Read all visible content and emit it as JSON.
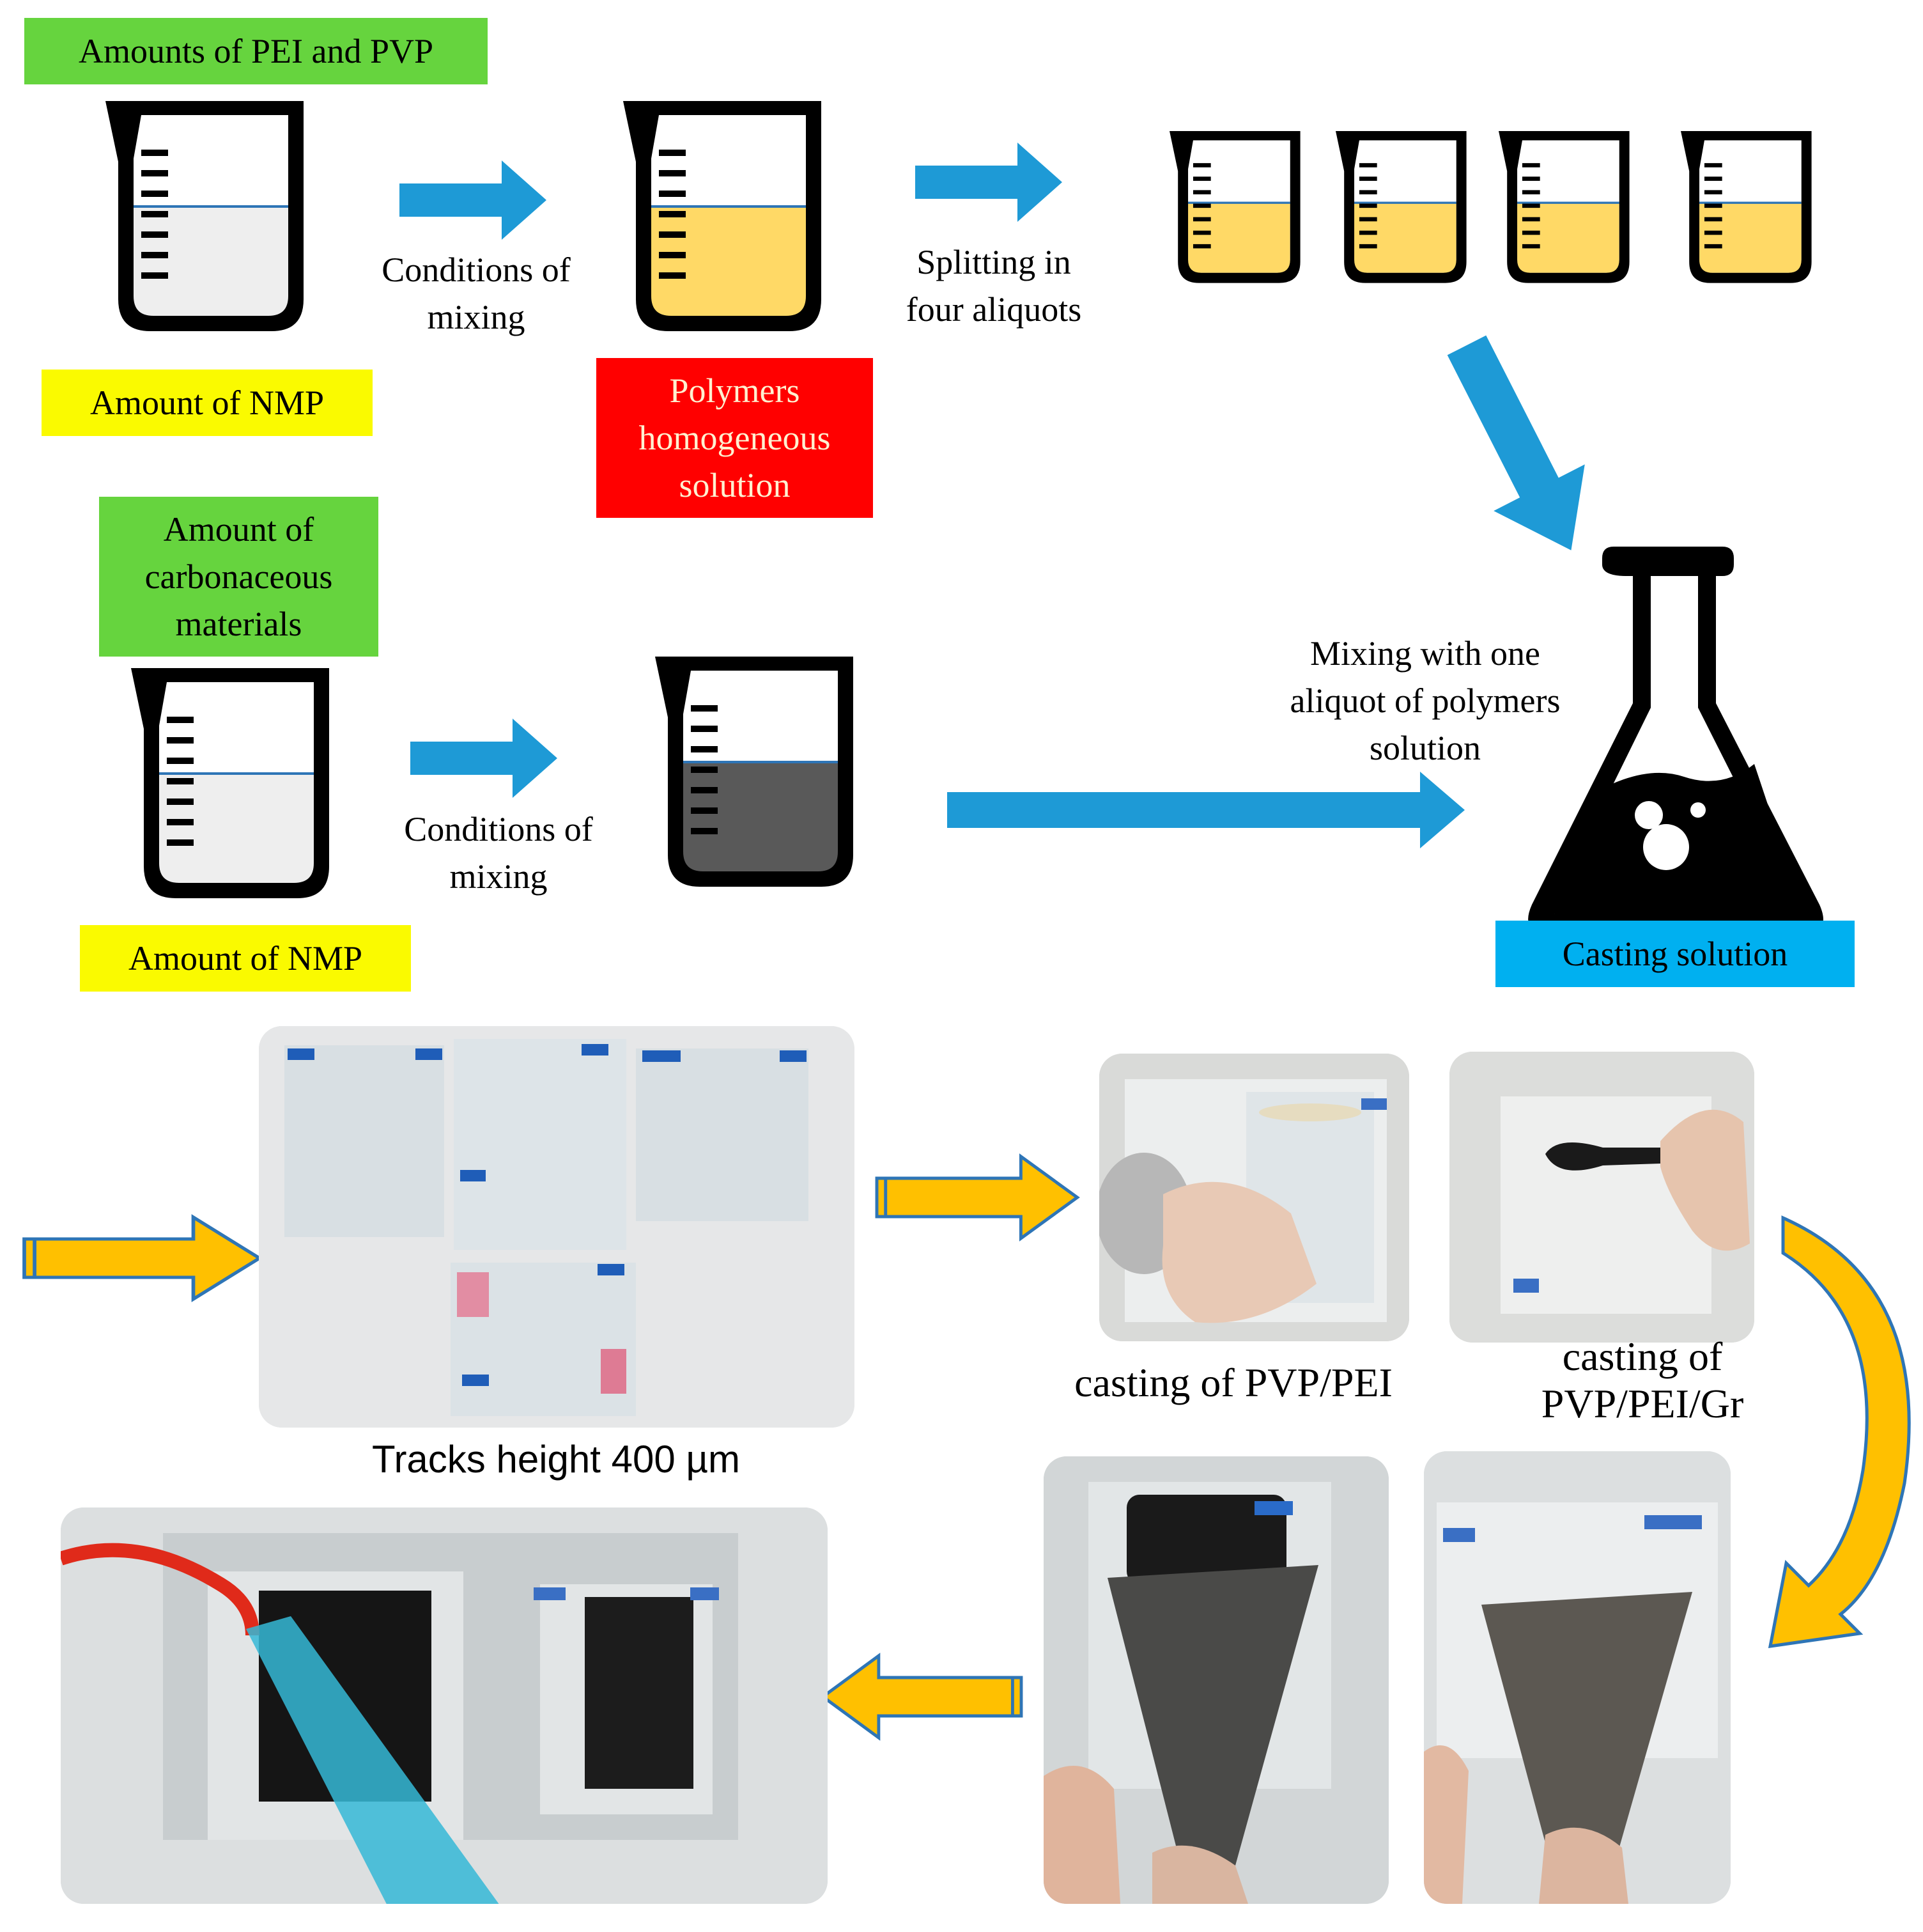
{
  "labels": {
    "amounts_pei_pvp": "Amounts of PEI and PVP",
    "amount_nmp_top": "Amount of NMP",
    "polymers_solution": "Polymers\nhomogeneous\nsolution",
    "amount_carbonaceous": "Amount of\ncarbonaceous\nmaterials",
    "amount_nmp_bottom": "Amount of NMP",
    "casting_solution": "Casting solution"
  },
  "step_text": {
    "conditions_mixing_top": "Conditions of\nmixing",
    "splitting": "Splitting in\nfour aliquots",
    "conditions_mixing_bottom": "Conditions of\nmixing",
    "mixing_aliquot": "Mixing with one\naliquot of polymers\nsolution"
  },
  "captions": {
    "tracks_height": "Tracks height 400 µm",
    "casting_pvp_pei": "casting of PVP/PEI",
    "casting_pvp_pei_gr": "casting of\nPVP/PEI/Gr"
  },
  "colors": {
    "green_label": "#66d43e",
    "yellow_label": "#fafa00",
    "red_label": "#ff0000",
    "blue_label": "#00b0f0",
    "process_arrow": "#1e9ad6",
    "photo_arrow": "#ffc000",
    "polymer_solution_fill": "#ffd966",
    "carbon_dispersion_fill": "#595959"
  },
  "icons": [
    "beaker-icon",
    "erlenmeyer-flask-icon",
    "right-arrow-icon",
    "curved-arrow-icon"
  ]
}
